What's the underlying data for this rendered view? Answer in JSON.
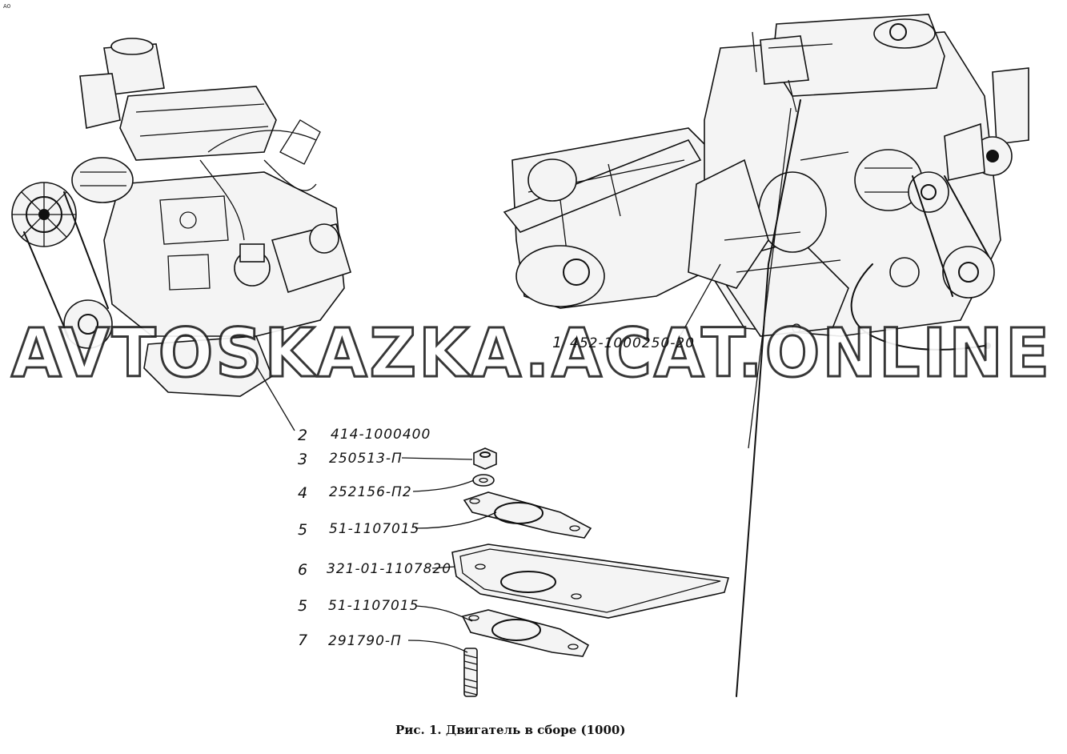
{
  "corner_mark": "A0",
  "watermark": "AVTOSKAZKA.ACAT.ONLINE",
  "caption": "Рис. 1. Двигатель в сборе (1000)",
  "callouts": [
    {
      "num": "1",
      "code": "452-1000250-20"
    },
    {
      "num": "2",
      "code": "414-1000400"
    },
    {
      "num": "3",
      "code": "250513-П"
    },
    {
      "num": "4",
      "code": "252156-П2"
    },
    {
      "num": "5",
      "code": "51-1107015"
    },
    {
      "num": "6",
      "code": "321-01-1107820"
    },
    {
      "num": "5",
      "code": "51-1107015"
    },
    {
      "num": "7",
      "code": "291790-П"
    }
  ]
}
